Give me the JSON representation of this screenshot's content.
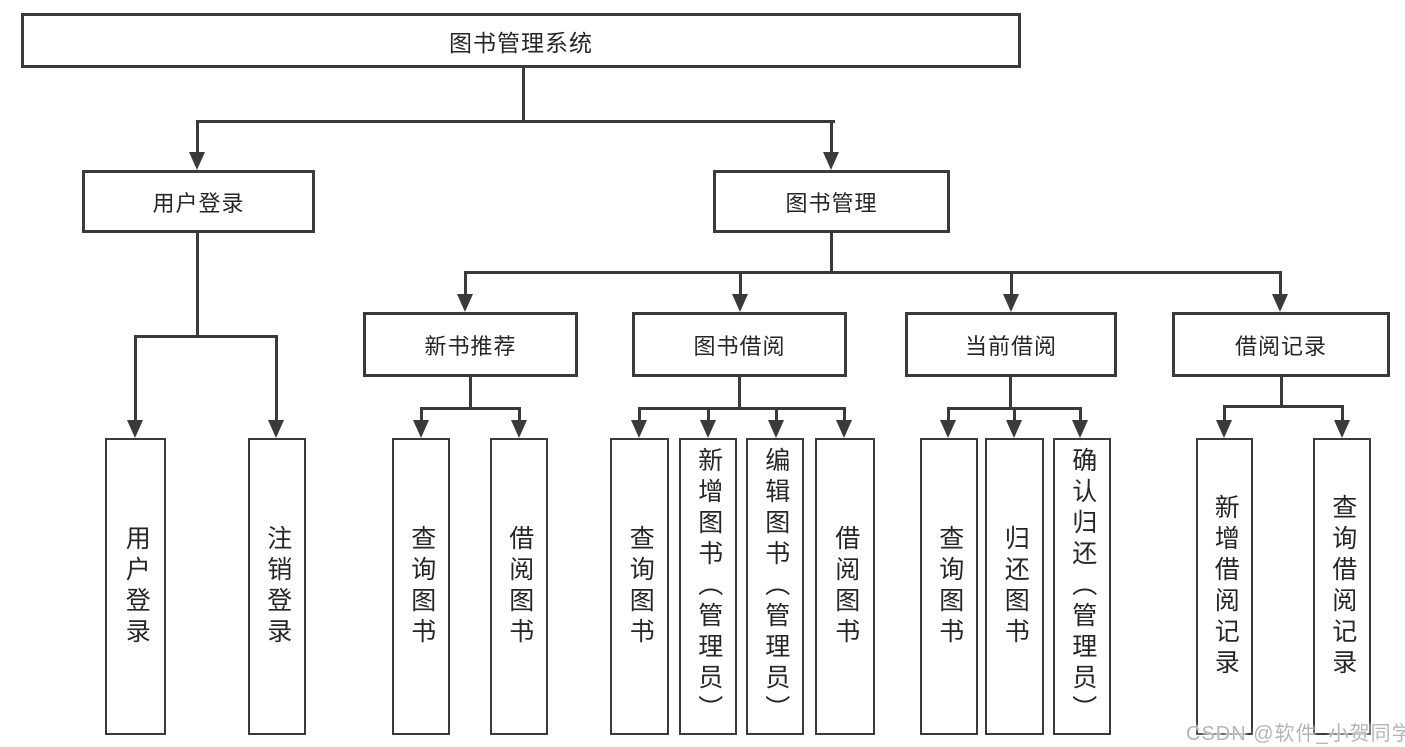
{
  "diagram": {
    "title": "图书管理系统",
    "level2": [
      {
        "label": "用户登录"
      },
      {
        "label": "图书管理"
      }
    ],
    "level3": [
      {
        "label": "新书推荐"
      },
      {
        "label": "图书借阅"
      },
      {
        "label": "当前借阅"
      },
      {
        "label": "借阅记录"
      }
    ],
    "leaves": [
      {
        "label": "用户登录"
      },
      {
        "label": "注销登录"
      },
      {
        "label": "查询图书"
      },
      {
        "label": "借阅图书"
      },
      {
        "label": "查询图书"
      },
      {
        "label": "新增图书（管理员）"
      },
      {
        "label": "编辑图书（管理员）"
      },
      {
        "label": "借阅图书"
      },
      {
        "label": "查询图书"
      },
      {
        "label": "归还图书"
      },
      {
        "label": "确认归还（管理员）"
      },
      {
        "label": "新增借阅记录"
      },
      {
        "label": "查询借阅记录"
      }
    ],
    "watermark": "CSDN @软件_小贺同学",
    "colors": {
      "line": "#3a3a3a",
      "text": "#262626",
      "watermark": "#b5b5b5",
      "background": "#ffffff"
    }
  }
}
